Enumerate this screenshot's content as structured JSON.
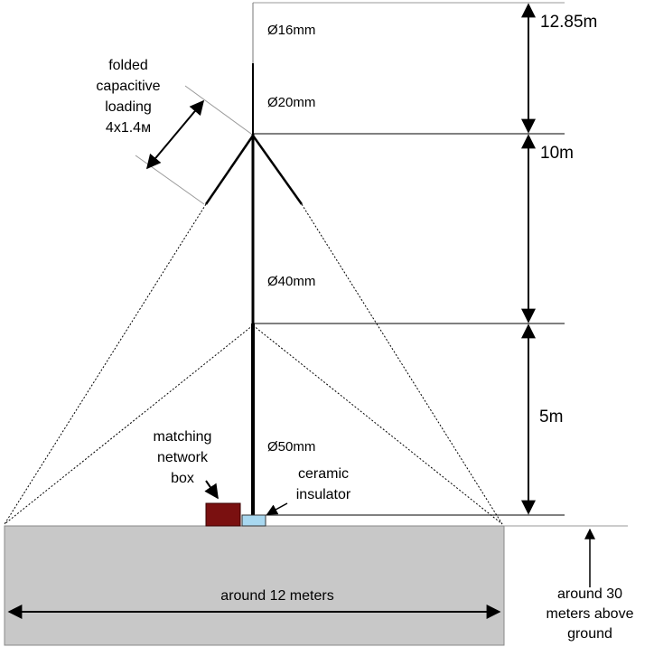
{
  "labels": {
    "dia_16": "Ø16mm",
    "dia_20": "Ø20mm",
    "dia_40": "Ø40mm",
    "dia_50": "Ø50mm",
    "height_top": "12.85m",
    "height_mid": "10m",
    "height_low": "5m",
    "loading_line1": "folded",
    "loading_line2": "capacitive",
    "loading_line3": "loading",
    "loading_line4": "4x1.4м",
    "matching_line1": "matching",
    "matching_line2": "network",
    "matching_line3": "box",
    "insulator_line1": "ceramic",
    "insulator_line2": "insulator",
    "base_width": "around 12 meters",
    "elevation_line1": "around 30",
    "elevation_line2": "meters above",
    "elevation_line3": "ground"
  },
  "colors": {
    "platform_fill": "#c8c8c8",
    "matching_box": "#7a1010",
    "insulator": "#a8d8f0",
    "line": "#000000",
    "ref_line": "#999999"
  }
}
